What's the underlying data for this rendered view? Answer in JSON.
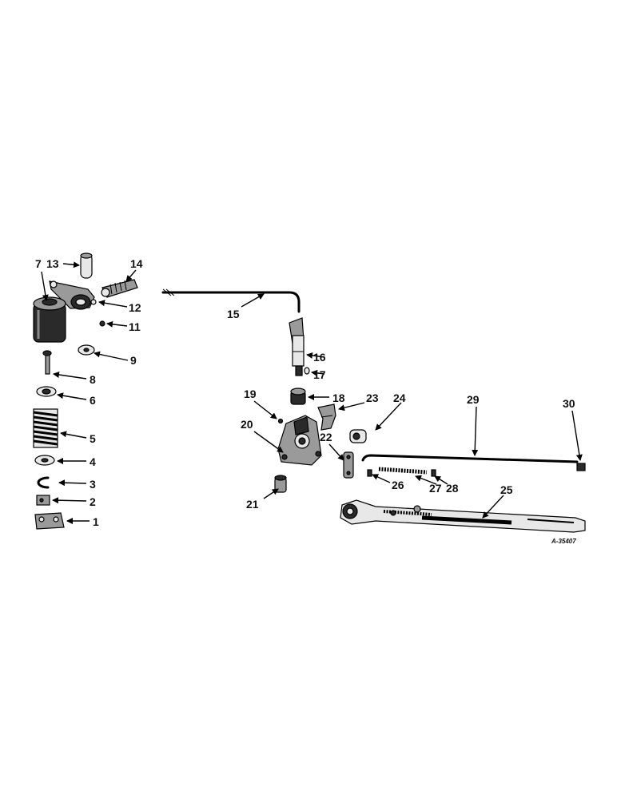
{
  "diagram": {
    "part_labels": [
      "1",
      "2",
      "3",
      "4",
      "5",
      "6",
      "7",
      "8",
      "9",
      "11",
      "12",
      "13",
      "14",
      "15",
      "16",
      "17",
      "18",
      "19",
      "20",
      "21",
      "22",
      "23",
      "24",
      "25",
      "26",
      "27",
      "28",
      "29",
      "30"
    ],
    "drawing_code": "A-35407",
    "colors": {
      "ink": "#000000",
      "paper": "#ffffff",
      "shade": "#2a2a2a"
    }
  }
}
